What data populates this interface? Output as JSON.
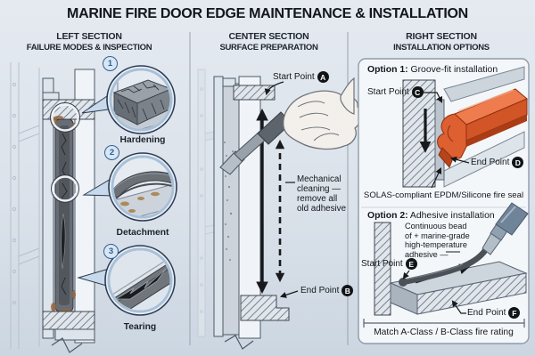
{
  "title": "MARINE FIRE DOOR EDGE MAINTENANCE & INSTALLATION",
  "sections": {
    "left": {
      "line1": "LEFT SECTION",
      "line2": "FAILURE MODES & INSPECTION"
    },
    "center": {
      "line1": "CENTER SECTION",
      "line2": "SURFACE PREPARATION"
    },
    "right": {
      "line1": "RIGHT SECTION",
      "line2": "INSTALLATION OPTIONS"
    }
  },
  "left_panel": {
    "callouts": [
      {
        "num": "1",
        "label": "Hardening"
      },
      {
        "num": "2",
        "label": "Detachment"
      },
      {
        "num": "3",
        "label": "Tearing"
      }
    ]
  },
  "center_panel": {
    "start_label": "Start Point",
    "start_badge": "A",
    "end_label": "End Point",
    "end_badge": "B",
    "note_lines": [
      "Mechanical",
      "cleaning —",
      "remove all",
      "old adhesive"
    ]
  },
  "right_panel": {
    "option1": {
      "name": "Option 1:",
      "desc": " Groove-fit installation",
      "start_label": "Start Point",
      "start_badge": "C",
      "end_label": "End Point",
      "end_badge": "D",
      "caption": "SOLAS-compliant EPDM/Silicone fire seal"
    },
    "option2": {
      "name": "Option 2:",
      "desc": " Adhesive installation",
      "note_lines": [
        "Continuous bead",
        "of + marine-grade",
        "high-temperature",
        "adhesive —"
      ],
      "start_label": "Start Point",
      "start_badge": "E",
      "end_label": "End Point",
      "end_badge": "F",
      "caption": "Match A-Class / B-Class fire rating"
    }
  },
  "colors": {
    "background": "#dde4ec",
    "seal_orange": "#d95b2e",
    "badge_blue": "#2f6096",
    "point_badge_black": "#111417",
    "ink": "#17191c"
  }
}
